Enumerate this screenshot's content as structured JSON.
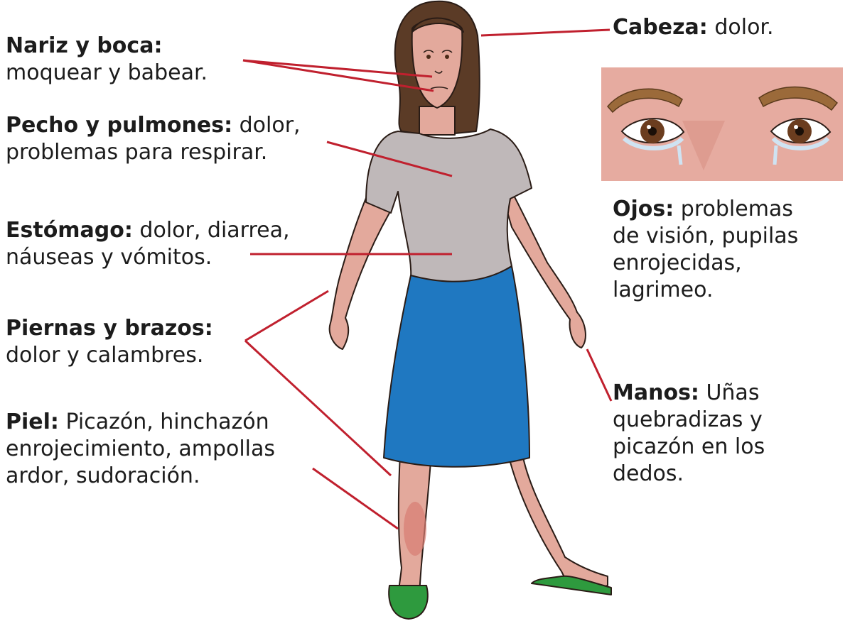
{
  "labels": {
    "nose_mouth": {
      "title": "Nariz y boca:",
      "text": "moquear y babear."
    },
    "chest": {
      "title": "Pecho y pulmones:",
      "text": " dolor,",
      "text2": "problemas para respirar."
    },
    "stomach": {
      "title": "Estómago:",
      "text": " dolor, diarrea,",
      "text2": "náuseas y vómitos."
    },
    "limbs": {
      "title": "Piernas y brazos:",
      "text": "dolor y calambres."
    },
    "skin": {
      "title": "Piel:",
      "text": " Picazón, hinchazón",
      "text2": "enrojecimiento, ampollas",
      "text3": "ardor, sudoración."
    },
    "head": {
      "title": "Cabeza:",
      "text": " dolor."
    },
    "eyes": {
      "title": "Ojos:",
      "text": " problemas",
      "text2": "de visión, pupilas",
      "text3": "enrojecidas,",
      "text4": "lagrimeo."
    },
    "hands": {
      "title": "Manos:",
      "text": " Uñas",
      "text2": "quebradizas y",
      "text3": "picazón en los",
      "text4": "dedos."
    }
  },
  "colors": {
    "leader_line": "#c0202e",
    "skin": "#e3a99c",
    "shirt": "#bfb8b9",
    "skirt": "#1f78c1",
    "hair": "#5b3b26",
    "sandal": "#2e9a3e",
    "eye_panel": "#e6aba0",
    "brow": "#9b6a3a",
    "iris": "#6b3d1f",
    "tear": "#cfe3f2"
  },
  "icons": {
    "figure": "woman-figure",
    "eyes": "tearing-eyes-closeup"
  }
}
